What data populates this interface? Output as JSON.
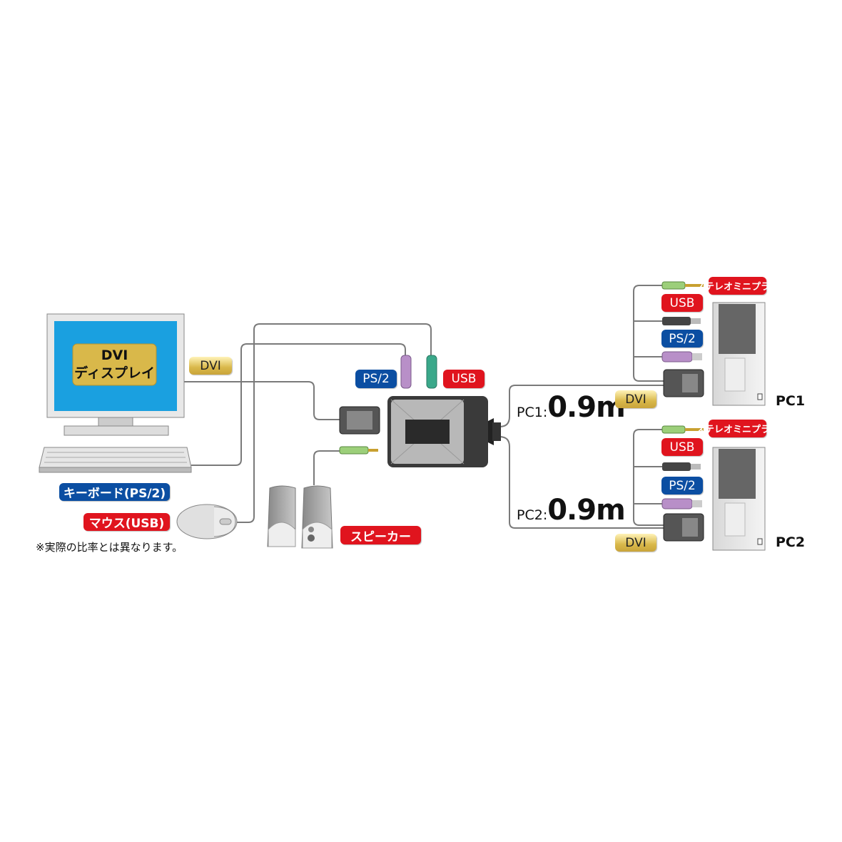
{
  "monitor": {
    "badge_line1": "DVI",
    "badge_line2": "ディスプレイ"
  },
  "labels": {
    "dvi_display": "DVI",
    "ps2_top": "PS/2",
    "usb_top": "USB",
    "keyboard": "キーボード(PS/2)",
    "mouse": "マウス(USB)",
    "speaker": "スピーカー",
    "note": "※実際の比率とは異なります。"
  },
  "pc1": {
    "cable_prefix": "PC1:",
    "cable_length": "0.9m",
    "dvi": "DVI",
    "stereo": "ステレオミニプラグ",
    "usb": "USB",
    "ps2": "PS/2",
    "name": "PC1"
  },
  "pc2": {
    "cable_prefix": "PC2:",
    "cable_length": "0.9m",
    "dvi": "DVI",
    "stereo": "ステレオミニプラグ",
    "usb": "USB",
    "ps2": "PS/2",
    "name": "PC2"
  },
  "colors": {
    "red": "#e0141e",
    "blue": "#0b4ea2",
    "screen": "#1aa0e0",
    "cable": "#7a7a7a",
    "ps2_purple": "#b88fc8",
    "usb_green": "#3aa88a",
    "audio_green": "#9ccf7a"
  }
}
